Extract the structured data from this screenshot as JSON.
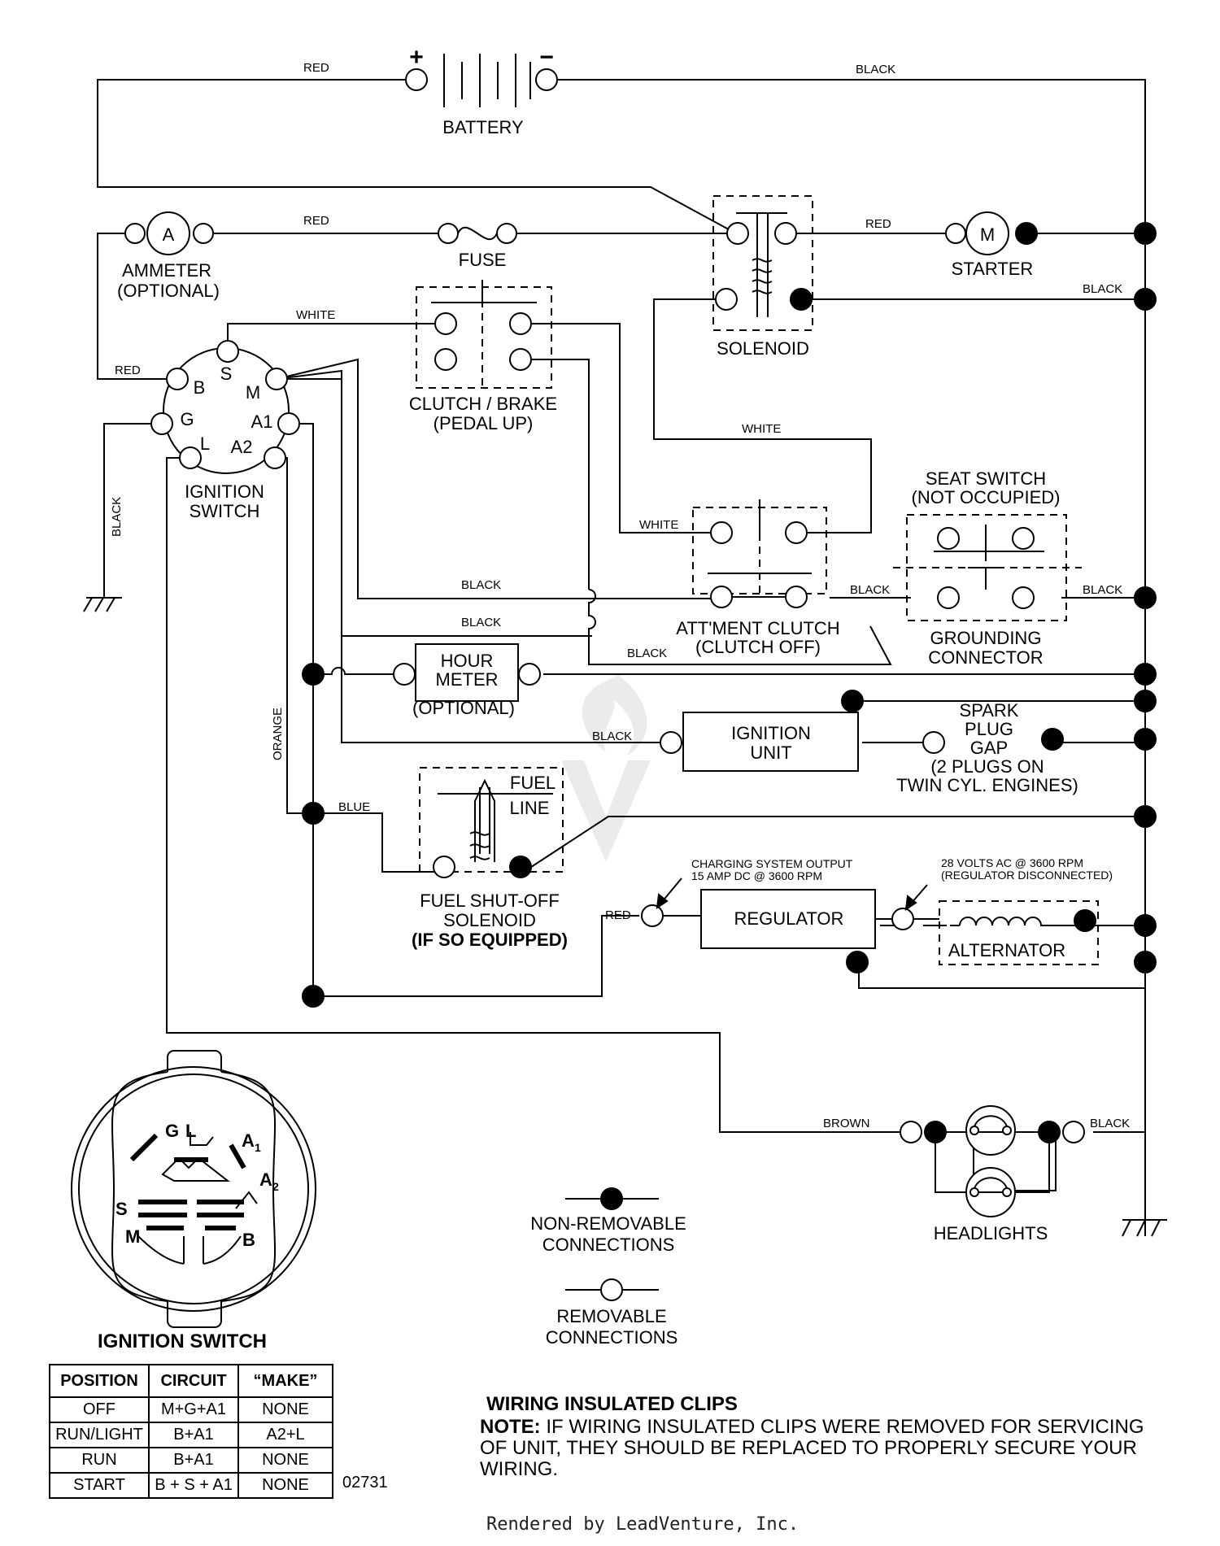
{
  "battery": {
    "label": "BATTERY",
    "plus": "+",
    "minus": "−"
  },
  "wire_colors": {
    "red": "RED",
    "black": "BLACK",
    "white": "WHITE",
    "orange": "ORANGE",
    "blue": "BLUE",
    "brown": "BROWN"
  },
  "components": {
    "ammeter_symbol": "A",
    "ammeter": [
      "AMMETER",
      "(OPTIONAL)"
    ],
    "fuse": "FUSE",
    "solenoid": "SOLENOID",
    "starter_symbol": "M",
    "starter": "STARTER",
    "clutch_brake": [
      "CLUTCH / BRAKE",
      "(PEDAL UP)"
    ],
    "ignition_switch": [
      "IGNITION",
      "SWITCH"
    ],
    "switch_terminals": {
      "b": "B",
      "s": "S",
      "m": "M",
      "g": "G",
      "a1": "A1",
      "l": "L",
      "a2": "A2"
    },
    "seat_switch": [
      "SEAT SWITCH",
      "(NOT OCCUPIED)"
    ],
    "attment_clutch": [
      "ATT'MENT CLUTCH",
      "(CLUTCH OFF)"
    ],
    "grounding_connector": [
      "GROUNDING",
      "CONNECTOR"
    ],
    "hour_meter": [
      "HOUR",
      "METER"
    ],
    "hour_meter_opt": "(OPTIONAL)",
    "ignition_unit": [
      "IGNITION",
      "UNIT"
    ],
    "spark_plug": [
      "SPARK",
      "PLUG",
      "GAP",
      "(2 PLUGS ON",
      "TWIN CYL. ENGINES)"
    ],
    "fuel_line": [
      "FUEL",
      "LINE"
    ],
    "fuel_solenoid": [
      "FUEL SHUT-OFF",
      "SOLENOID"
    ],
    "fuel_solenoid_note": "(IF SO EQUIPPED)",
    "charging_note": [
      "CHARGING SYSTEM OUTPUT",
      "15 AMP DC @ 3600 RPM"
    ],
    "regulator": "REGULATOR",
    "alternator_note": [
      "28 VOLTS AC @ 3600 RPM",
      "(REGULATOR DISCONNECTED)"
    ],
    "alternator": "ALTERNATOR",
    "headlights": "HEADLIGHTS"
  },
  "legend": {
    "non_removable": [
      "NON-REMOVABLE",
      "CONNECTIONS"
    ],
    "removable": [
      "REMOVABLE",
      "CONNECTIONS"
    ]
  },
  "switch_face": {
    "g": "G",
    "l": "L",
    "a1": "A",
    "a1_sub": "1",
    "a2": "A",
    "a2_sub": "2",
    "s": "S",
    "m": "M",
    "b": "B"
  },
  "ignition_table": {
    "title": "IGNITION SWITCH",
    "headers": [
      "POSITION",
      "CIRCUIT",
      "“MAKE”"
    ],
    "rows": [
      [
        "OFF",
        "M+G+A1",
        "NONE"
      ],
      [
        "RUN/LIGHT",
        "B+A1",
        "A2+L"
      ],
      [
        "RUN",
        "B+A1",
        "NONE"
      ],
      [
        "START",
        "B + S + A1",
        "NONE"
      ]
    ]
  },
  "diagram_code": "02731",
  "note": {
    "heading": "WIRING INSULATED CLIPS",
    "prefix": "NOTE:",
    "text": " IF WIRING INSULATED CLIPS WERE REMOVED FOR SERVICING OF UNIT, THEY SHOULD BE REPLACED TO PROPERLY SECURE YOUR WIRING."
  },
  "footer": "Rendered by LeadVenture, Inc."
}
